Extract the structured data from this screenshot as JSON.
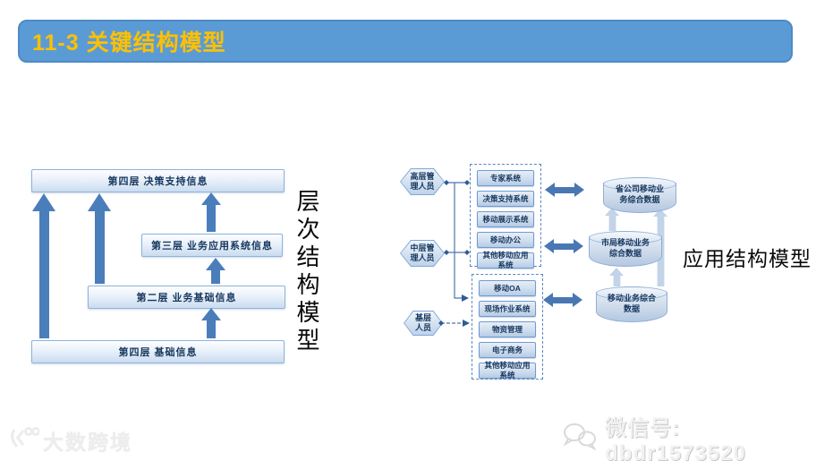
{
  "title": "11-3 关键结构模型",
  "left_diagram": {
    "side_label": "层次结构模型",
    "layers": [
      {
        "label": "第四层 决策支持信息"
      },
      {
        "label": "第三层 业务应用系统信息"
      },
      {
        "label": "第二层 业务基础信息"
      },
      {
        "label": "第四层 基础信息"
      }
    ]
  },
  "right_diagram": {
    "side_label": "应用结构模型",
    "roles": [
      {
        "label": "高层管\n理人员"
      },
      {
        "label": "中层管\n理人员"
      },
      {
        "label": "基层\n人员"
      }
    ],
    "upper_group": {
      "systems": [
        "专家系统",
        "决策支持系统",
        "移动展示系统",
        "移动办公",
        "其他移动应用\n系统"
      ]
    },
    "lower_group": {
      "systems": [
        "移动OA",
        "现场作业系统",
        "物资管理",
        "电子商务",
        "其他移动应用\n系统"
      ]
    },
    "databases": [
      {
        "label": "省公司移动业\n务综合数据"
      },
      {
        "label": "市局移动业务\n综合数据"
      },
      {
        "label": "移动业务综合\n数据"
      }
    ]
  },
  "watermarks": {
    "logo_text": "大数跨境",
    "wechat_text": "微信号: dbdr1573520"
  },
  "colors": {
    "banner_bg": "#5b9bd5",
    "banner_border": "#4e8ac8",
    "title_text": "#ffc000",
    "solid_arrow": "#4a7ebb",
    "double_arrow": "#4977b3",
    "light_arrow": "#c3d3e8",
    "box_border": "#8eb4dc",
    "box_text": "#17375e",
    "connector_line": "#4f74ad"
  }
}
